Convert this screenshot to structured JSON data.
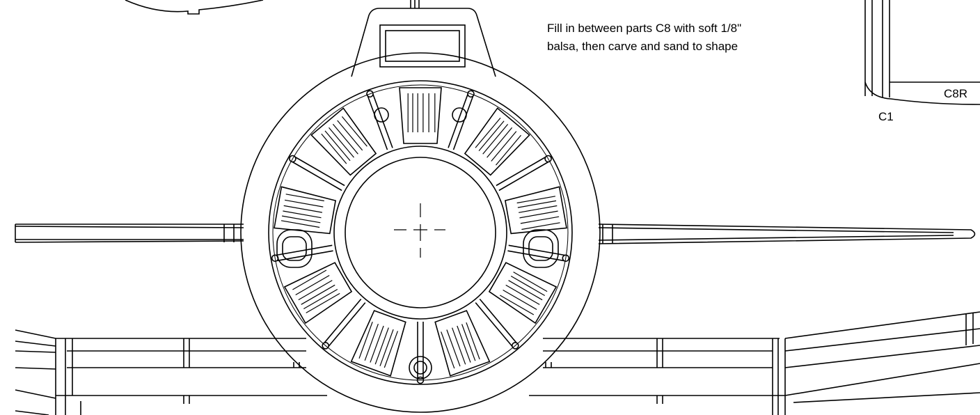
{
  "note": {
    "line1": "Fill in between parts C8 with soft 1/8\"",
    "line2": "balsa, then carve and sand to shape"
  },
  "labels": {
    "c8r": "C8R",
    "c1": "C1"
  },
  "engine": {
    "cylinder_count": 9
  },
  "colors": {
    "line": "#000000",
    "background": "#ffffff"
  }
}
